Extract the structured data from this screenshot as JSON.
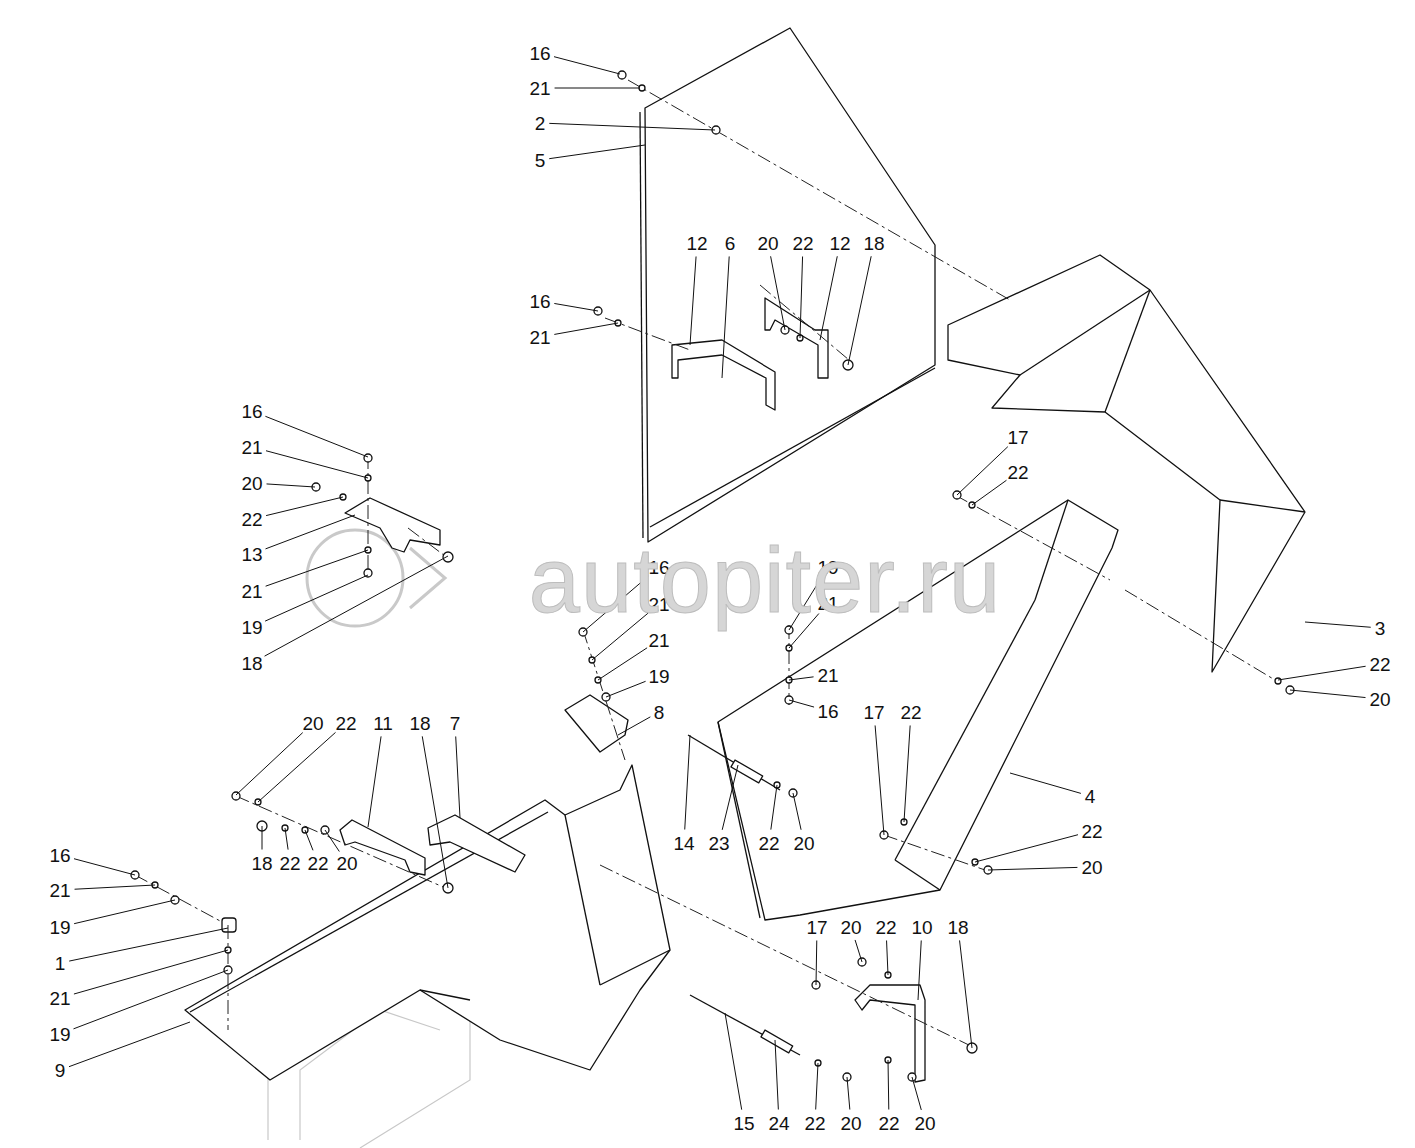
{
  "diagram": {
    "labels": [
      "16",
      "21",
      "2",
      "5",
      "12",
      "6",
      "20",
      "22",
      "12",
      "18",
      "16",
      "21",
      "16",
      "21",
      "20",
      "22",
      "13",
      "21",
      "19",
      "18",
      "16",
      "21",
      "21",
      "19",
      "8",
      "19",
      "21",
      "21",
      "16",
      "17",
      "22",
      "3",
      "22",
      "20",
      "20",
      "22",
      "11",
      "18",
      "7",
      "17",
      "22",
      "4",
      "14",
      "23",
      "22",
      "20",
      "22",
      "20",
      "16",
      "21",
      "19",
      "1",
      "21",
      "19",
      "9",
      "18",
      "22",
      "22",
      "20",
      "17",
      "20",
      "22",
      "10",
      "18",
      "15",
      "24",
      "22",
      "20",
      "22",
      "20",
      "autopiter.ru"
    ]
  }
}
